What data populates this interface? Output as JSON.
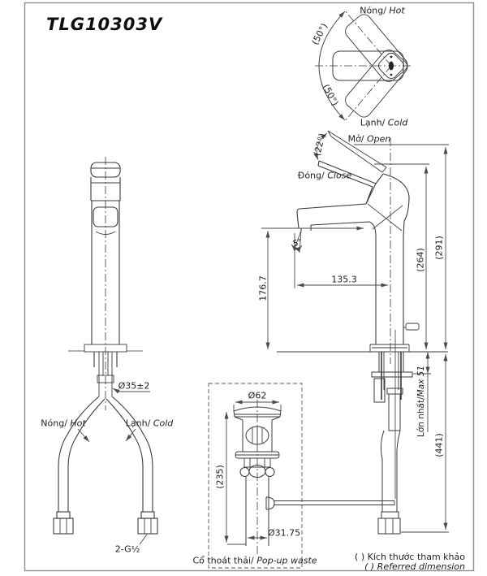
{
  "title": "TLG10303V",
  "colors": {
    "background": "#ffffff",
    "line": "#3a3a3a",
    "dimension_line": "#4a4a4a",
    "frame": "#8f8f8f",
    "text": "#1f1f1f"
  },
  "top_view": {
    "hot_vi": "Nóng/",
    "hot_en": " Hot",
    "cold_vi": "Lạnh/",
    "cold_en": " Cold",
    "angle_upper": "(50°)",
    "angle_lower": "(50°)"
  },
  "side_view": {
    "open_vi": "Mở/",
    "open_en": " Open",
    "close_vi": "Đóng/",
    "close_en": " Close",
    "handle_angle": "(22°)",
    "spout_angle": "5°",
    "dims": {
      "spout_height": "176.7",
      "spout_reach": "135.3",
      "height_closed": "(264)",
      "height_open": "(291)",
      "below_deck": "(441)",
      "max_deck_vi": "Lớn nhất/",
      "max_deck_en": "Max 51"
    }
  },
  "front_view": {
    "shank_dia": "Ø35±2",
    "hot_vi": "Nóng/",
    "hot_en": " Hot",
    "cold_vi": "Lạnh/",
    "cold_en": " Cold",
    "hose_thread": "2-G½"
  },
  "popup_waste": {
    "top_dia": "Ø62",
    "height": "(235)",
    "pipe_dia": "Ø31.75",
    "caption_vi": "Cổ thoát thải/",
    "caption_en": " Pop-up waste"
  },
  "notes": {
    "line1": "( ) Kích thước tham khảo",
    "line2": "( ) Referred dimension"
  }
}
